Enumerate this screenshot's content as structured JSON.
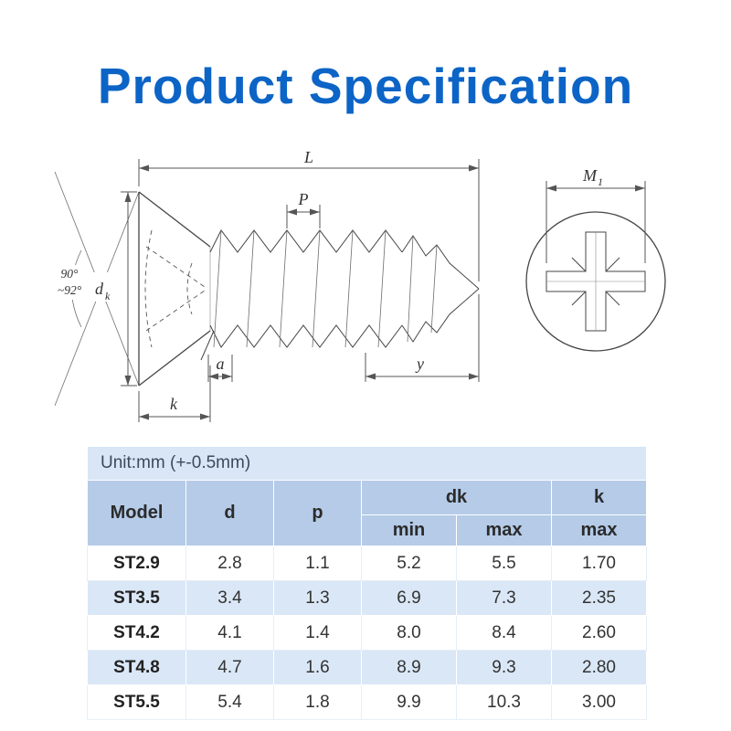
{
  "page": {
    "title": "Product Specification"
  },
  "colors": {
    "title_blue": "#0c64c6",
    "table_header_bg": "#b5cbe8",
    "table_stripe_bg": "#dae7f6",
    "table_unit_bg": "#d8e6f5",
    "drawing_line": "#4a4a4a"
  },
  "diagram": {
    "side_view_labels": {
      "length": "L",
      "pitch": "P",
      "angle_top": "90°",
      "angle_bottom": "~92°",
      "head_dia_base": "d",
      "head_dia_sub": "k",
      "runout": "a",
      "point": "y",
      "head_height": "k"
    },
    "top_view_labels": {
      "recess_base": "M",
      "recess_sub": "1"
    }
  },
  "table": {
    "unit_note": "Unit:mm (+-0.5mm)",
    "headers": {
      "model": "Model",
      "d": "d",
      "p": "p",
      "dk": "dk",
      "k": "k",
      "dk_min": "min",
      "dk_max": "max",
      "k_max": "max"
    },
    "rows": [
      {
        "model": "ST2.9",
        "d": "2.8",
        "p": "1.1",
        "dk_min": "5.2",
        "dk_max": "5.5",
        "k_max": "1.70"
      },
      {
        "model": "ST3.5",
        "d": "3.4",
        "p": "1.3",
        "dk_min": "6.9",
        "dk_max": "7.3",
        "k_max": "2.35"
      },
      {
        "model": "ST4.2",
        "d": "4.1",
        "p": "1.4",
        "dk_min": "8.0",
        "dk_max": "8.4",
        "k_max": "2.60"
      },
      {
        "model": "ST4.8",
        "d": "4.7",
        "p": "1.6",
        "dk_min": "8.9",
        "dk_max": "9.3",
        "k_max": "2.80"
      },
      {
        "model": "ST5.5",
        "d": "5.4",
        "p": "1.8",
        "dk_min": "9.9",
        "dk_max": "10.3",
        "k_max": "3.00"
      }
    ]
  }
}
